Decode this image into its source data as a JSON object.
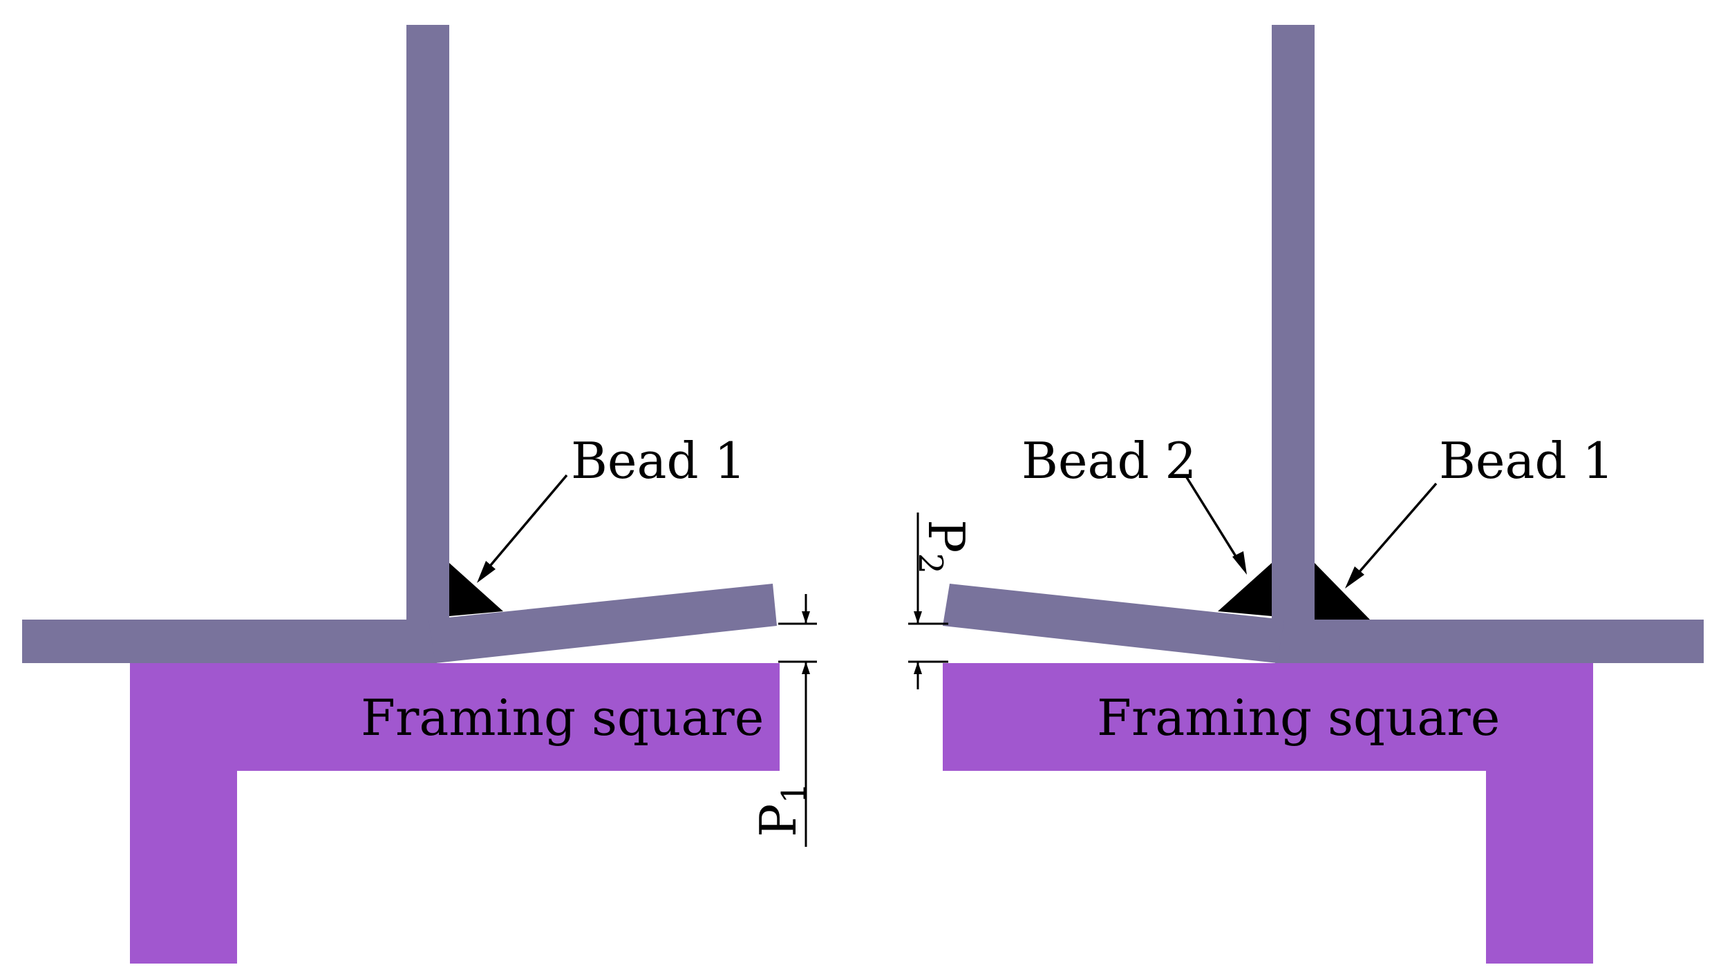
{
  "colors": {
    "plate": "#79739C",
    "framing_square": "#A157CF",
    "bead": "#000000",
    "annotation": "#000000",
    "background": "#FFFFFF"
  },
  "left_panel": {
    "bead_label": "Bead 1",
    "square_label": "Framing square",
    "dimension_label": "P",
    "dimension_subscript": "1"
  },
  "right_panel": {
    "bead2_label": "Bead 2",
    "bead1_label": "Bead 1",
    "square_label": "Framing square",
    "dimension_label": "P",
    "dimension_subscript": "2"
  }
}
